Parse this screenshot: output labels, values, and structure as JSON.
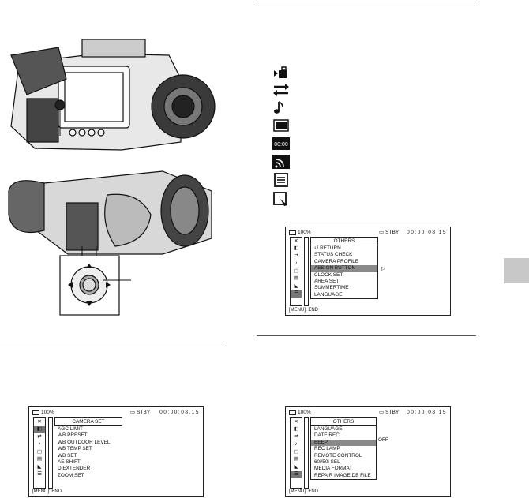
{
  "side_tab_color": "#c8c8c8",
  "menu_icons": [
    "camera-set-icon",
    "audio-set-icon",
    "music-icon",
    "display-set-icon",
    "tc-ub-set-icon",
    "network-set-icon",
    "others-icon",
    "edit-icon"
  ],
  "screens": {
    "camera_set": {
      "battery": "100%",
      "status": "STBY",
      "timecode": "00:00:08.15",
      "header": "CAMERA SET",
      "items": [
        "AGC LIMIT",
        "WB PRESET",
        "WB OUTDOOR LEVEL",
        "WB TEMP SET",
        "WB SET",
        "AE SHIFT",
        "D.EXTENDER",
        "ZOOM SET"
      ],
      "footer": "[MENU]: END"
    },
    "others_assign": {
      "battery": "100%",
      "status": "STBY",
      "timecode": "00:00:08.15",
      "header": "OTHERS",
      "items": [
        "RETURN",
        "STATUS CHECK",
        "CAMERA PROFILE",
        "ASSIGN BUTTON",
        "CLOCK SET",
        "AREA SET",
        "SUMMERTIME",
        "LANGUAGE"
      ],
      "return_glyph": "↺",
      "selected_index": 3,
      "side_arrow": "▷",
      "footer": "[MENU]: END"
    },
    "others_beep": {
      "battery": "100%",
      "status": "STBY",
      "timecode": "00:00:08.15",
      "header": "OTHERS",
      "items": [
        "LANGUAGE",
        "DATE REC",
        "BEEP",
        "REC LAMP",
        "REMOTE CONTROL",
        "60i/50i SEL",
        "MEDIA FORMAT",
        "REPAIR IMAGE DB FILE"
      ],
      "selected_index": 2,
      "side_value": "OFF",
      "footer": "[MENU]: END"
    }
  }
}
